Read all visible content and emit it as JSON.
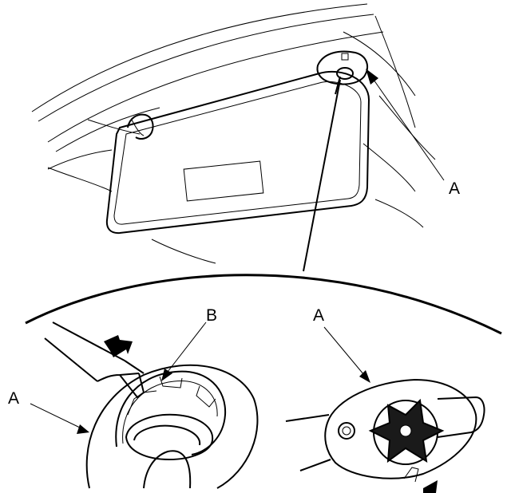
{
  "labels": {
    "a_top": "A",
    "a_left": "A",
    "b": "B",
    "a_right": "A"
  },
  "colors": {
    "ink": "#000000",
    "paper": "#ffffff",
    "clip_fill": "#1a1a1a"
  }
}
